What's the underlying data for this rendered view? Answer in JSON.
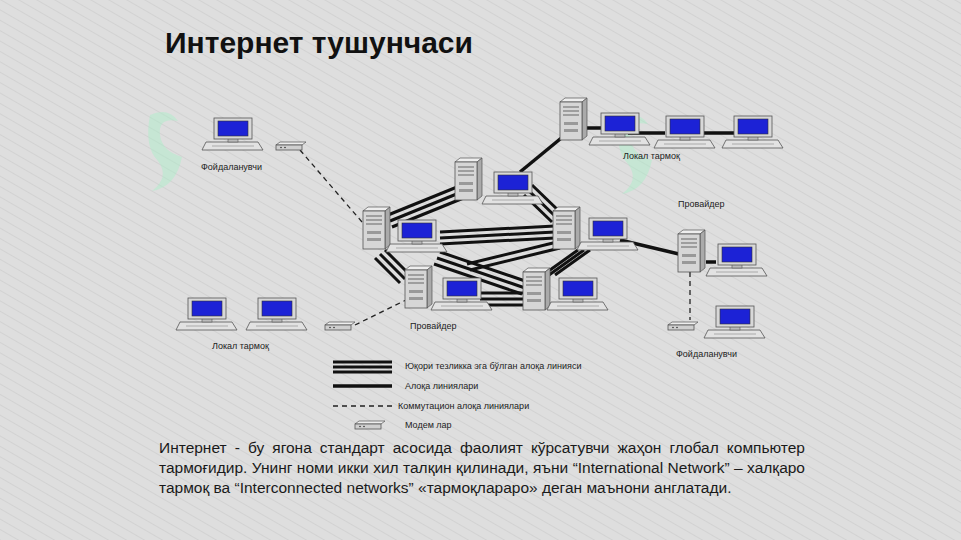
{
  "diagram": {
    "title": "Интернет тушунчаси",
    "caption": "Интернет - бу ягона стандарт асосида фаолият кўрсатувчи жаҳон глобал компьютер тармоғидир. Унинг номи икки хил талқин қилинади, яъни “International Network” – халқаро тармоқ ва “Interconnected networks” «тармоқлараро» деган маънони англатади.",
    "labels": [
      "Фойдаланувчи",
      "Локал тармоқ",
      "Провайдер",
      "Провайдер",
      "Локал тармоқ",
      "Фойдаланувчи"
    ],
    "legend": [
      {
        "text": "Юқори тезликка эга бўлган алоқа линияси"
      },
      {
        "text": "Алоқа линиялари"
      },
      {
        "text": "Коммутацион алоқа линиялари"
      },
      {
        "text": "Модем лар"
      }
    ]
  }
}
